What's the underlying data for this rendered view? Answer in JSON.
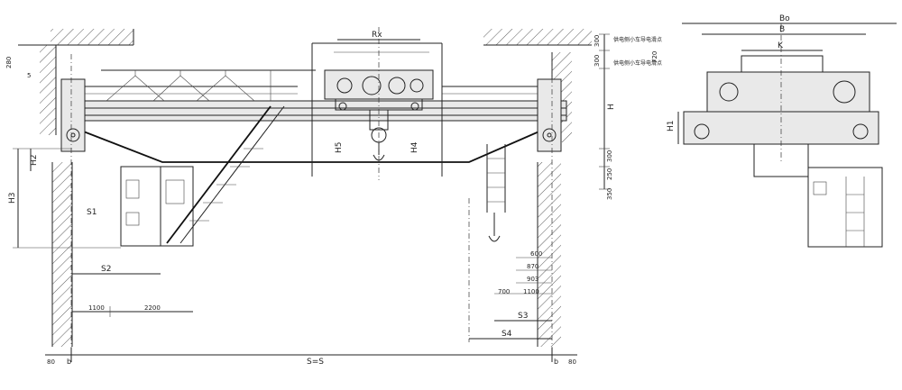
{
  "dimensions": {
    "s": "S",
    "s_eq": "S=S",
    "rx": "Rx",
    "bo": "Bo",
    "b": "B",
    "k": "K",
    "h": "H",
    "h1": "H1",
    "h2": "H2",
    "h3": "H3",
    "h4": "H4",
    "h5": "H5",
    "s1": "S1",
    "s2": "S2",
    "s3": "S3",
    "s4": "S4",
    "b_left": "b",
    "b_right": "b"
  },
  "numbers": {
    "v300_top": "300",
    "v300_mid": "300",
    "v720": "720",
    "v280": "280",
    "v300_right": "300",
    "v250": "250",
    "v350": "350",
    "v600": "600",
    "v870": "870",
    "v903": "903",
    "v700": "700",
    "v1100_right": "1100",
    "v1100_left": "1100",
    "v2200": "2200",
    "v80_left": "80",
    "v80_right": "80",
    "v5": "5"
  },
  "notes": {
    "note1": "供电侧小车导电滑点",
    "note2": "供电侧小车导电滑点"
  }
}
